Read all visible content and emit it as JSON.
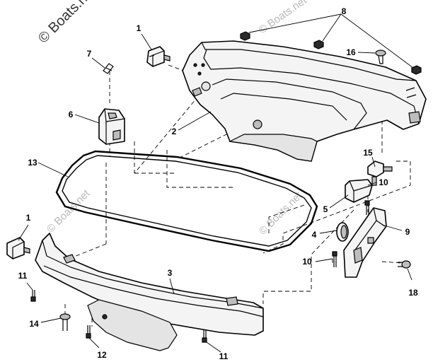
{
  "watermark": {
    "main": "© Boats.net",
    "small": "© Boats.net"
  },
  "callouts": {
    "c1a": "1",
    "c1b": "1",
    "c2": "2",
    "c3": "3",
    "c4": "4",
    "c5": "5",
    "c6": "6",
    "c7": "7",
    "c8": "8",
    "c9": "9",
    "c10a": "10",
    "c10b": "10",
    "c11a": "11",
    "c11b": "11",
    "c12": "12",
    "c13": "13",
    "c14": "14",
    "c15": "15",
    "c16": "16",
    "c18": "18"
  }
}
